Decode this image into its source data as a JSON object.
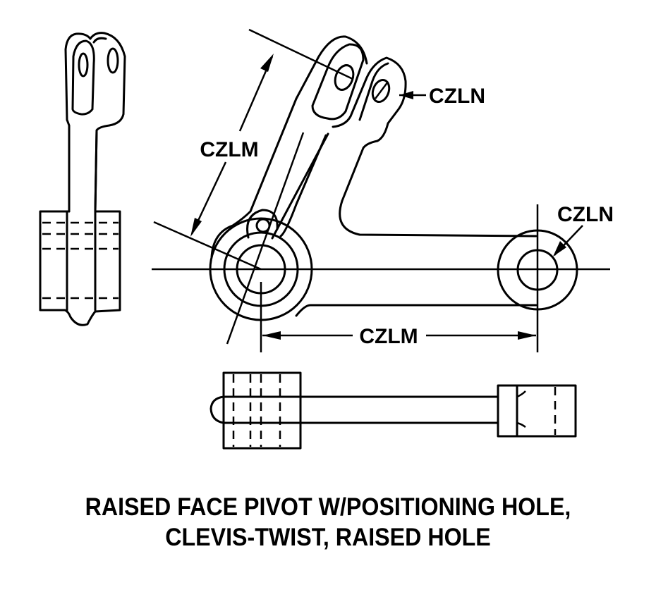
{
  "drawing": {
    "type": "technical-drawing",
    "views": [
      "side-view",
      "front-view",
      "top-view"
    ],
    "dimension_labels": {
      "clevis_hole_dia": "CZLN",
      "boss_hole_dia": "CZLN",
      "arm_length": "CZLM",
      "horizontal_length": "CZLM"
    }
  },
  "caption": {
    "line1": "RAISED FACE PIVOT W/POSITIONING HOLE,",
    "line2": "CLEVIS-TWIST, RAISED HOLE"
  },
  "colors": {
    "line": "#000000",
    "background": "#ffffff"
  }
}
